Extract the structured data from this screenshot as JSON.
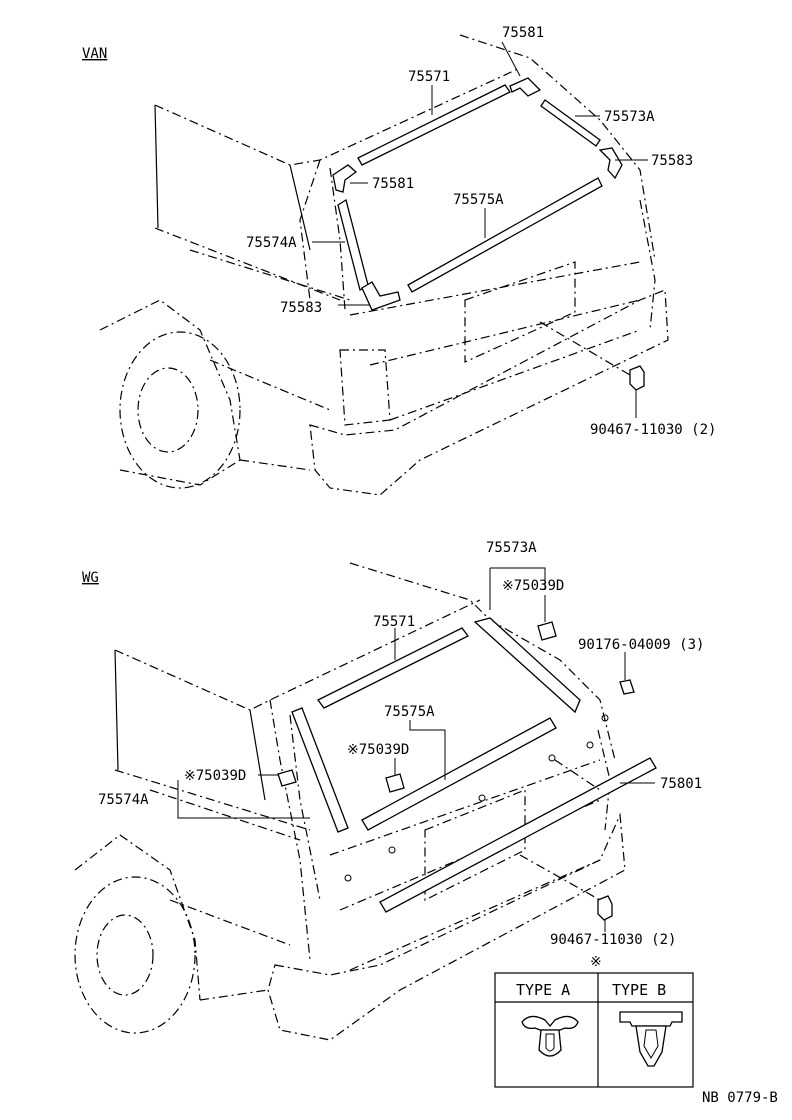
{
  "van": {
    "title": "VAN",
    "labels": {
      "p75581_top": "75581",
      "p75571": "75571",
      "p75573a": "75573A",
      "p75583_right": "75583",
      "p75581_left": "75581",
      "p75575a": "75575A",
      "p75574a": "75574A",
      "p75583_left": "75583",
      "p90467": "90467-11030 (2)"
    }
  },
  "wg": {
    "title": "WG",
    "labels": {
      "p75573a": "75573A",
      "p75039d_top": "※75039D",
      "p75571": "75571",
      "p90176": "90176-04009 (3)",
      "p75575a": "75575A",
      "p75039d_mid": "※75039D",
      "p75039d_left": "※75039D",
      "p75574a": "75574A",
      "p75801": "75801",
      "p90467": "90467-11030 (2)"
    }
  },
  "legend": {
    "mark": "※",
    "type_a": "TYPE A",
    "type_b": "TYPE B"
  },
  "code": "NB 0779-B"
}
